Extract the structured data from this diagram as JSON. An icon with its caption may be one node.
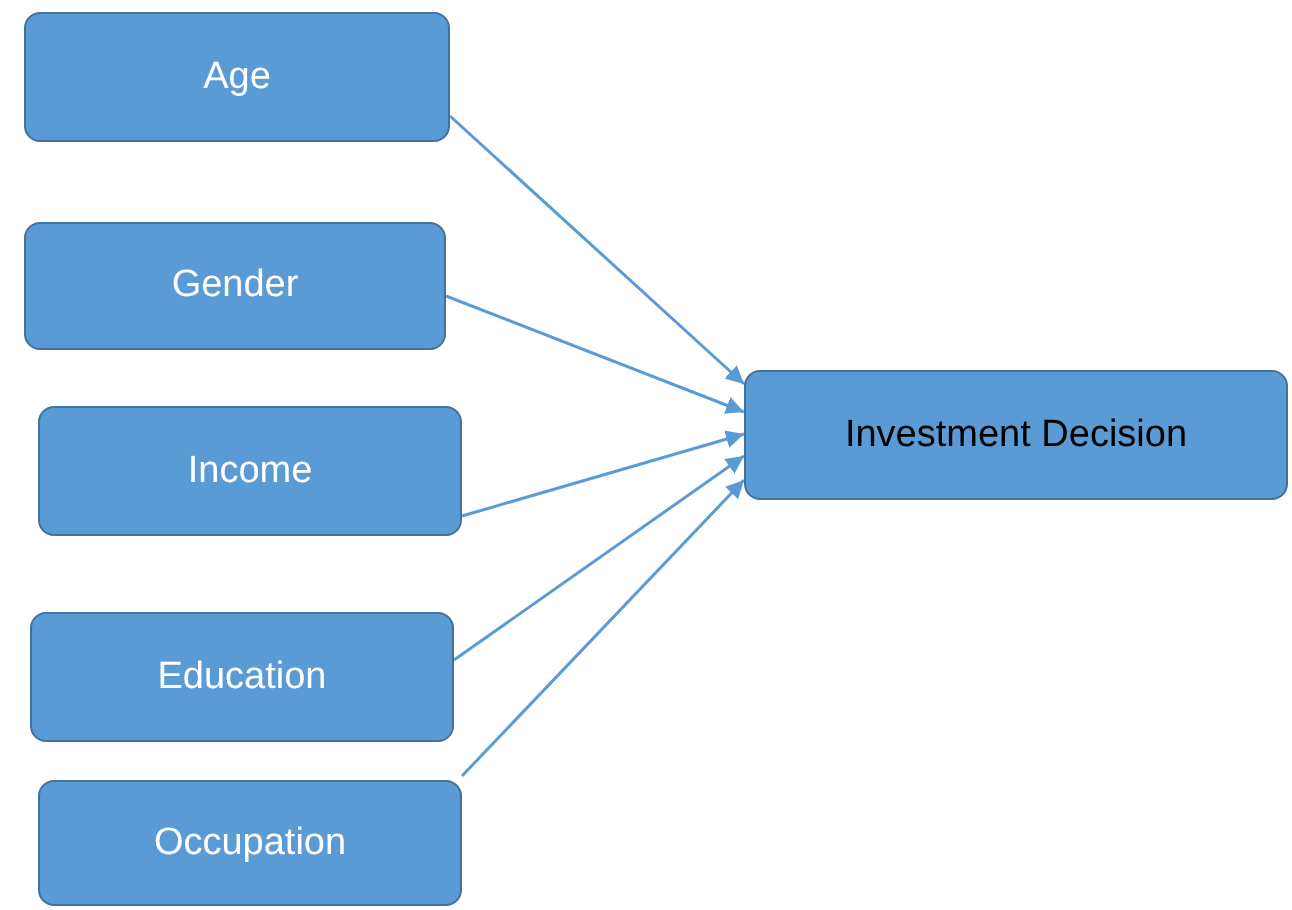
{
  "diagram": {
    "nodes": [
      {
        "text": [
          "Age"
        ]
      },
      {
        "text": [
          "Gender"
        ]
      },
      {
        "text": [
          "Income"
        ]
      },
      {
        "text": [
          "Education"
        ]
      },
      {
        "text": [
          "Occupation"
        ]
      },
      {
        "text": [
          "Investment Decision"
        ]
      }
    ],
    "edges": [
      {
        "from": 0,
        "to": 5,
        "arrow": "to"
      },
      {
        "from": 1,
        "to": 5,
        "arrow": "to"
      },
      {
        "from": 2,
        "to": 5,
        "arrow": "to"
      },
      {
        "from": 3,
        "to": 5,
        "arrow": "to"
      },
      {
        "from": 4,
        "to": 5,
        "arrow": "to"
      }
    ]
  }
}
